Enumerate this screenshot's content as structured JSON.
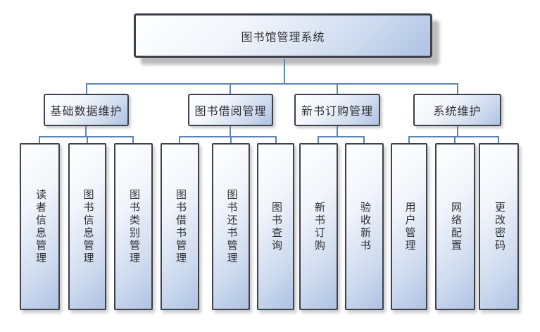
{
  "diagram": {
    "type": "hierarchy-tree",
    "title": "图书馆管理系统",
    "branches": [
      {
        "label": "基础数据维护",
        "children": [
          "读者信息管理",
          "图书信息管理",
          "图书类别管理"
        ]
      },
      {
        "label": "图书借阅管理",
        "children": [
          "图书借书管理",
          "图书还书管理",
          "图书查询"
        ]
      },
      {
        "label": "新书订购管理",
        "children": [
          "新书订购",
          "验收新书"
        ]
      },
      {
        "label": "系统维护",
        "children": [
          "用户管理",
          "网络配置",
          "更改密码"
        ]
      }
    ],
    "colors": {
      "connector": "#5b83b5",
      "node_border": "#3d414c",
      "node_fill_top": "#ffffff",
      "node_fill_bottom": "#aec2e3",
      "shadow": "#bcbcbc",
      "text": "#2f2f33",
      "background": "#ffffff"
    }
  }
}
